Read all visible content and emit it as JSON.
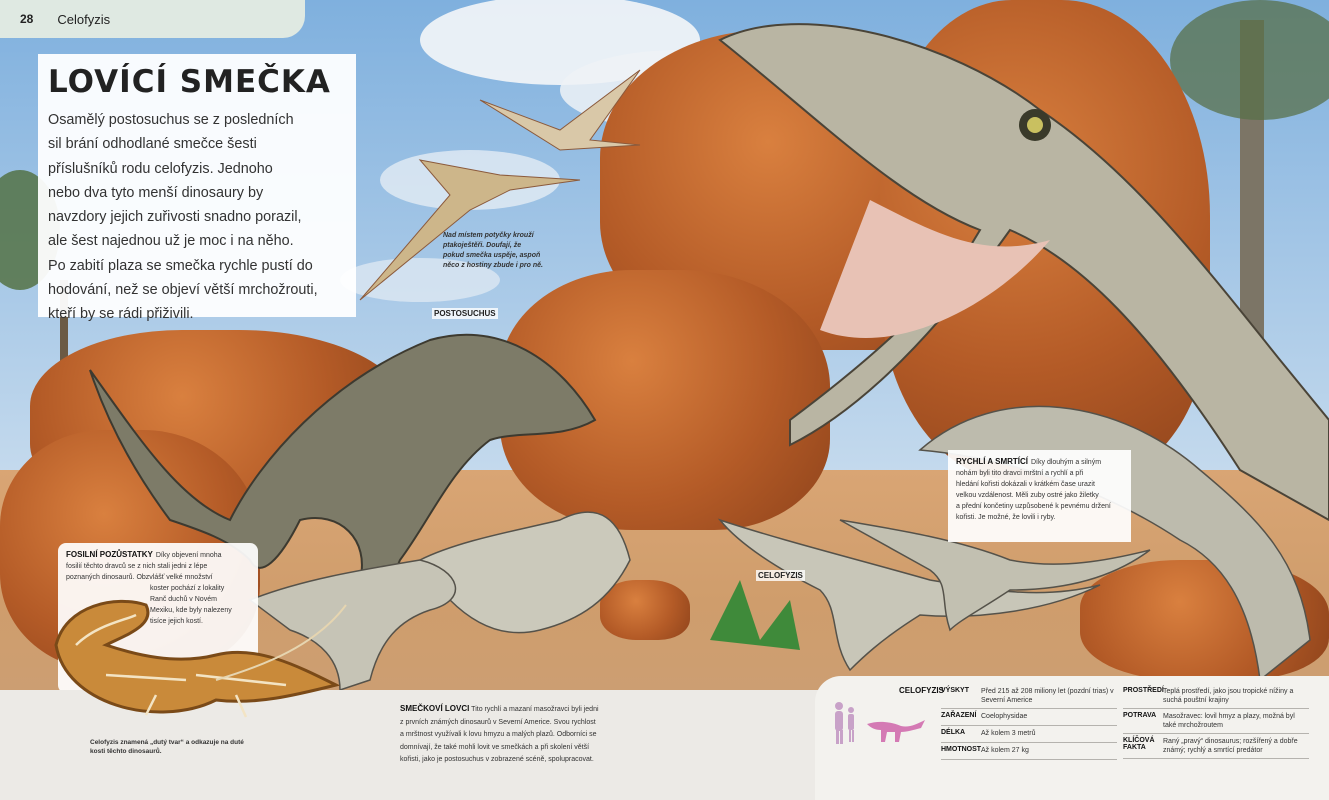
{
  "header": {
    "page_number": "28",
    "chapter": "Celofyzis"
  },
  "intro": {
    "title": "LOVÍCÍ SMEČKA",
    "lines": [
      "Osamělý postosuchus se z posledních",
      "sil brání odhodlané smečce šesti",
      "příslušníků rodu celofyzis. Jednoho",
      "nebo dva tyto menší dinosaury by",
      "navzdory jejich zuřivosti snadno porazil,",
      "ale šest najednou už je moc i na něho.",
      "Po zabití plaza se smečka rychle pustí do",
      "hodování, než se objeví větší mrchožrouti,",
      "kteří by se rádi přiživili."
    ]
  },
  "pterosaur_caption": [
    "Nad místem potyčky krouží",
    "ptakoještěři. Doufají, že",
    "pokud smečka uspěje, aspoň",
    "něco z hostiny zbude i pro ně."
  ],
  "labels": {
    "postosuchus": "POSTOSUCHUS",
    "celofyzis": "CELOFYZIS"
  },
  "speed_box": {
    "heading": "RYCHLÍ A SMRTÍCÍ",
    "lines": [
      "Díky dlouhým a silným",
      "nohám byli tito dravci mrštní a rychlí a při",
      "hledání kořisti dokázali v krátkém čase urazit",
      "velkou vzdálenost. Měli zuby ostré jako žiletky",
      "a přední končetiny uzpůsobené k pevnému držení",
      "kořisti. Je možné, že lovili i ryby."
    ]
  },
  "fossil_box": {
    "heading": "FOSILNÍ POZŮSTATKY",
    "lines": [
      "Díky objevení mnoha",
      "fosilií těchto dravců se z nich stali jedni z lépe",
      "poznaných dinosaurů. Obzvlášť velké množství",
      "koster pochází z lokality",
      "Ranč duchů v Novém",
      "Mexiku, kde byly nalezeny",
      "tisíce jejich kostí."
    ]
  },
  "fossil_caption": [
    "Celofyzis znamená „dutý tvar“ a odkazuje na duté",
    "kosti těchto dinosaurů."
  ],
  "hunters": {
    "heading": "SMEČKOVÍ LOVCI",
    "lines": [
      "Tito rychlí a mazaní masožravci byli jedni",
      "z prvních známých dinosaurů v Severní Americe. Svou rychlost",
      "a mrštnost využívali k lovu hmyzu a malých plazů. Odborníci se",
      "domnívají, že také mohli lovit ve smečkách a při skolení větší",
      "kořisti, jako je postosuchus v zobrazené scéně, spolupracovat."
    ]
  },
  "facts": {
    "name": "CELOFYZIS",
    "left": [
      {
        "k": "VÝSKYT",
        "v": "Před 215 až 208 miliony let (pozdní trias) v Severní Americe"
      },
      {
        "k": "ZAŘAZENÍ",
        "v": "Coelophysidae"
      },
      {
        "k": "DÉLKA",
        "v": "Až kolem 3 metrů"
      },
      {
        "k": "HMOTNOST",
        "v": "Až kolem 27 kg"
      }
    ],
    "right": [
      {
        "k": "PROSTŘEDÍ",
        "v": "Teplá prostředí, jako jsou tropické nížiny a suchá pouštní krajiny"
      },
      {
        "k": "POTRAVA",
        "v": "Masožravec: lovil hmyz a plazy, možná byl také mrchožroutem"
      },
      {
        "k": "KLÍČOVÁ FAKTA",
        "v": "Raný „pravý“ dinosaurus; rozšířený a dobře známý; rychlý a smrtící predátor"
      }
    ]
  },
  "colors": {
    "tab": "#dfe9e2",
    "rock": "#b45b27",
    "sky": "#8fb7dc",
    "silhouette": "#c8a2c8"
  }
}
